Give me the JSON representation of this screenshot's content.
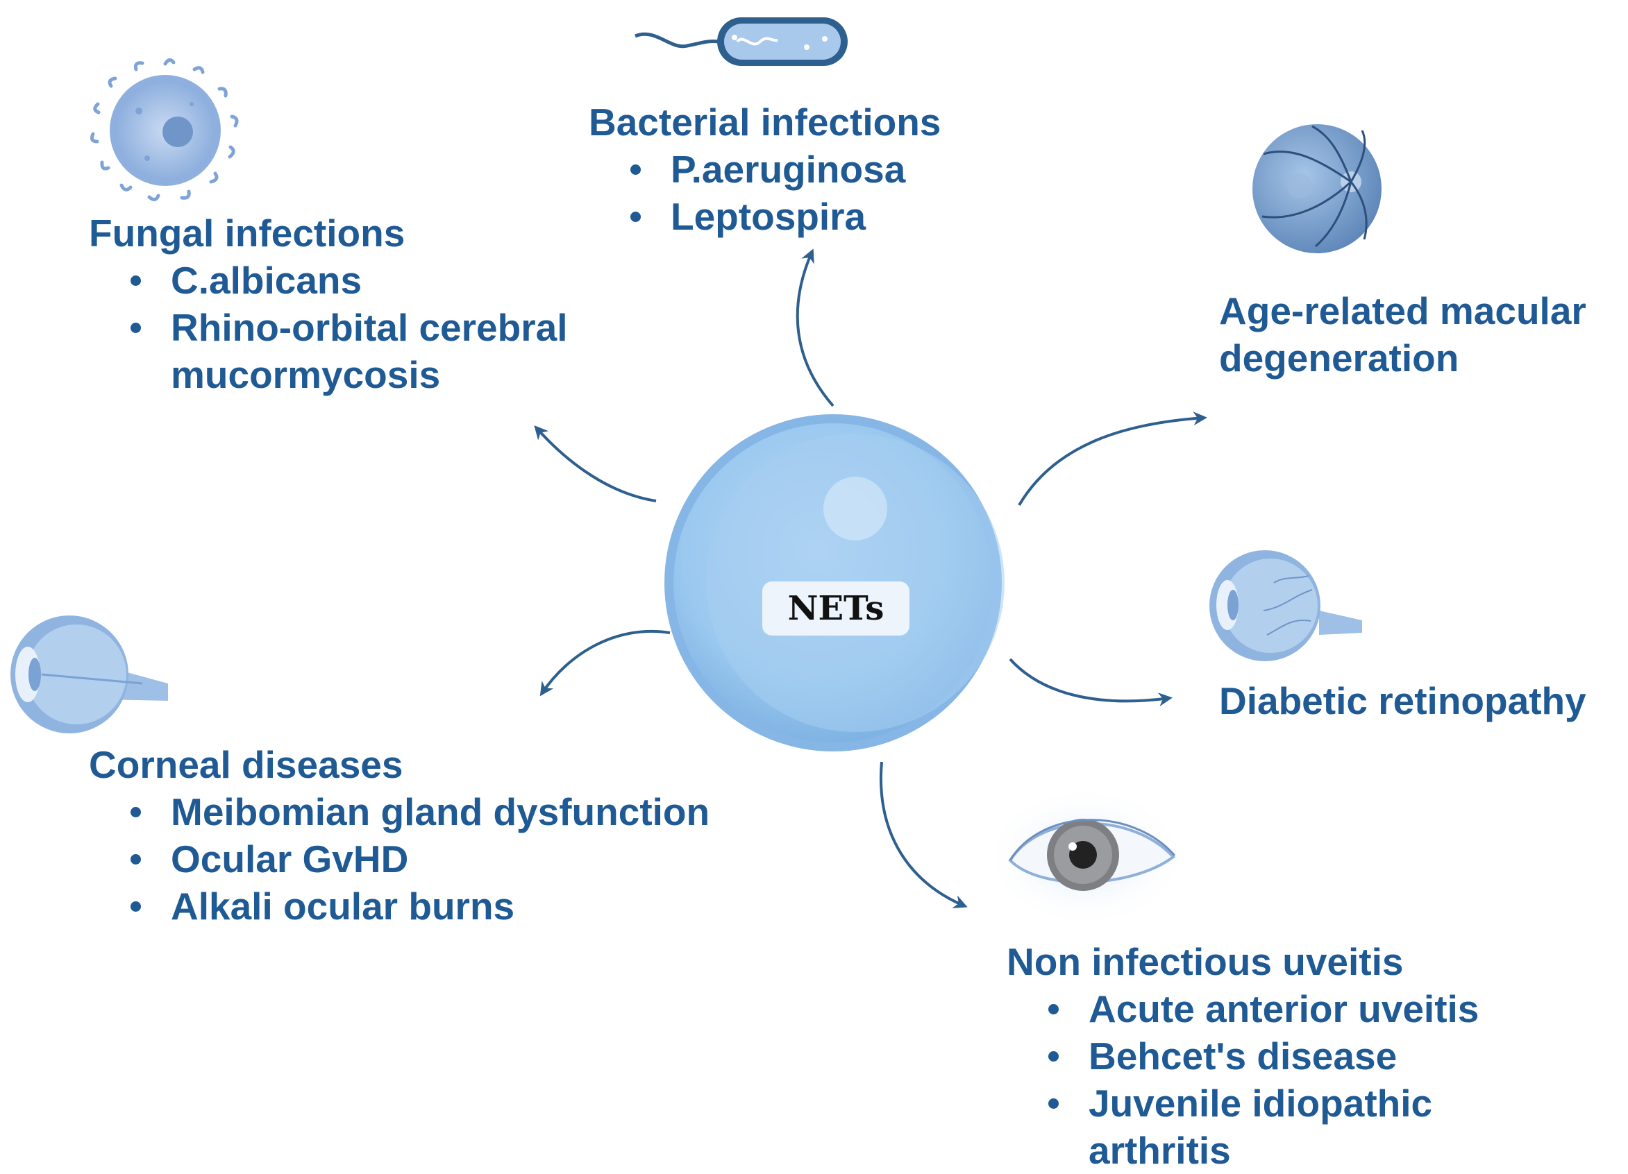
{
  "center": {
    "label": "NETs"
  },
  "colors": {
    "text": "#1f5a94",
    "arrow": "#2d5f8f",
    "sphere": "#8fbde9",
    "sphere_inner": "#a9cff1"
  },
  "groups": {
    "fungal": {
      "title": "Fungal infections",
      "items": [
        "C.albicans",
        "Rhino-orbital cerebral mucormycosis"
      ],
      "icon": "fungus-icon"
    },
    "bacterial": {
      "title": "Bacterial infections",
      "items": [
        "P.aeruginosa",
        "Leptospira"
      ],
      "icon": "bacterium-icon"
    },
    "amd": {
      "title": "Age-related macular degeneration",
      "items": [],
      "icon": "retina-fundus-icon"
    },
    "dr": {
      "title": "Diabetic retinopathy",
      "items": [],
      "icon": "eyeball-cross-section-icon"
    },
    "uveitis": {
      "title": "Non infectious uveitis",
      "items": [
        "Acute anterior uveitis",
        "Behcet's disease",
        "Juvenile idiopathic arthritis"
      ],
      "icon": "eye-icon"
    },
    "corneal": {
      "title": "Corneal diseases",
      "items": [
        "Meibomian gland dysfunction",
        "Ocular GvHD",
        "Alkali ocular burns"
      ],
      "icon": "eyeball-cross-section-icon"
    }
  }
}
